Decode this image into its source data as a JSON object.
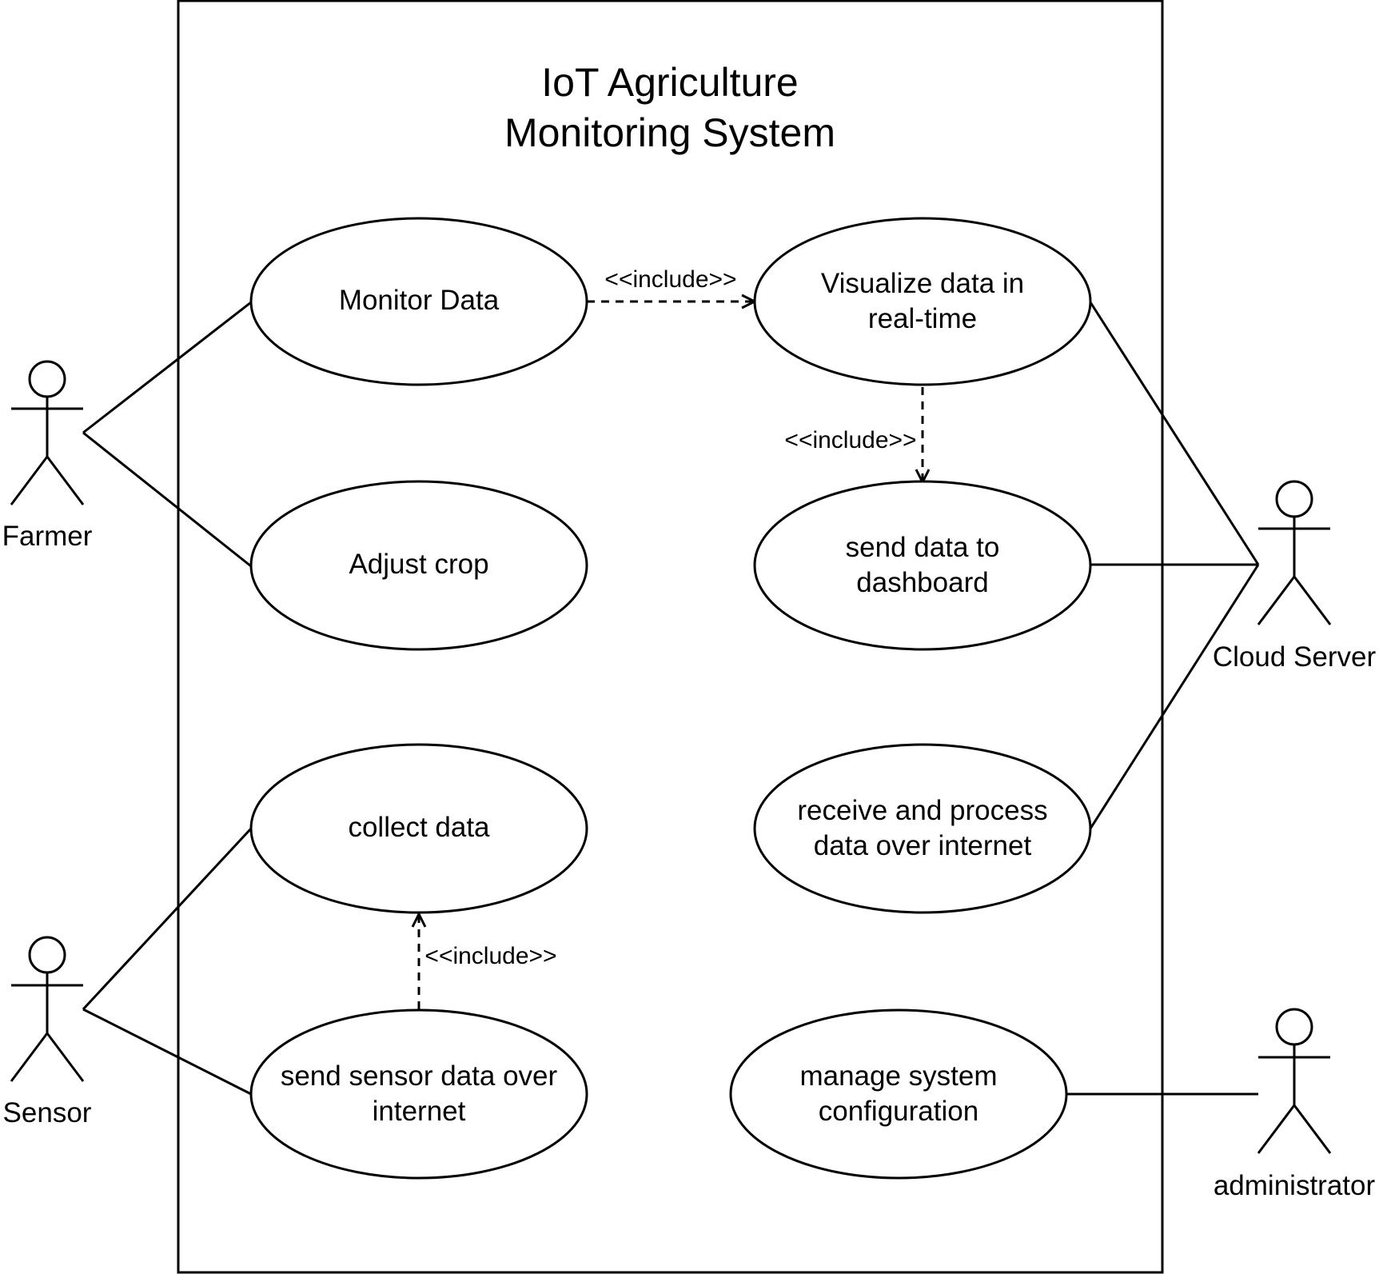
{
  "system": {
    "title_line1": "IoT Agriculture",
    "title_line2": "Monitoring System"
  },
  "actors": {
    "farmer": "Farmer",
    "sensor": "Sensor",
    "cloud_server": "Cloud Server",
    "administrator": "administrator"
  },
  "use_cases": {
    "monitor_data": {
      "line1": "Monitor Data"
    },
    "adjust_crop": {
      "line1": "Adjust crop"
    },
    "collect_data": {
      "line1": "collect data"
    },
    "send_sensor_data": {
      "line1": "send sensor data over",
      "line2": "internet"
    },
    "visualize_data": {
      "line1": "Visualize data in",
      "line2": "real-time"
    },
    "send_dashboard": {
      "line1": "send data to",
      "line2": "dashboard"
    },
    "receive_process": {
      "line1": "receive and process",
      "line2": "data over internet"
    },
    "manage_config": {
      "line1": "manage system",
      "line2": "configuration"
    }
  },
  "relations": {
    "include_monitor_visualize": "<<include>>",
    "include_visualize_dashboard": "<<include>>",
    "include_send_collect": "<<include>>"
  },
  "colors": {
    "line": "#000000",
    "background": "#ffffff"
  }
}
